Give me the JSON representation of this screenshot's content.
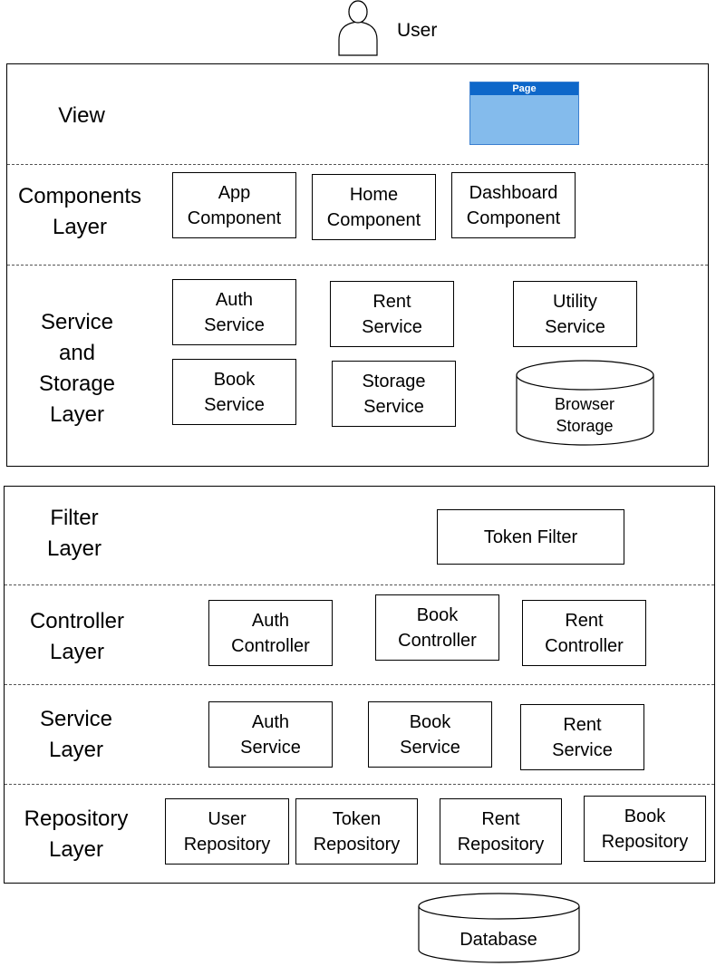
{
  "user": {
    "label": "User",
    "icon": "user-icon"
  },
  "frontend": {
    "view_layer": {
      "label": "View",
      "page": {
        "label": "Page"
      }
    },
    "components_layer": {
      "label": "Components\nLayer",
      "items": [
        "App\nComponent",
        "Home\nComponent",
        "Dashboard\nComponent"
      ]
    },
    "service_storage_layer": {
      "label": "Service\nand\nStorage\nLayer",
      "items": [
        "Auth\nService",
        "Rent\nService",
        "Utility\nService",
        "Book\nService",
        "Storage\nService"
      ],
      "browser_storage": "Browser\nStorage"
    }
  },
  "backend": {
    "filter_layer": {
      "label": "Filter\nLayer",
      "items": [
        "Token Filter"
      ]
    },
    "controller_layer": {
      "label": "Controller\nLayer",
      "items": [
        "Auth\nController",
        "Book\nController",
        "Rent\nController"
      ]
    },
    "service_layer": {
      "label": "Service\nLayer",
      "items": [
        "Auth\nService",
        "Book\nService",
        "Rent\nService"
      ]
    },
    "repository_layer": {
      "label": "Repository\nLayer",
      "items": [
        "User\nRepository",
        "Token\nRepository",
        "Rent\nRepository",
        "Book\nRepository"
      ]
    }
  },
  "database": {
    "label": "Database"
  },
  "colors": {
    "page_title_bar": "#0e67c9",
    "page_body": "#84bbec",
    "stroke": "#000000"
  }
}
